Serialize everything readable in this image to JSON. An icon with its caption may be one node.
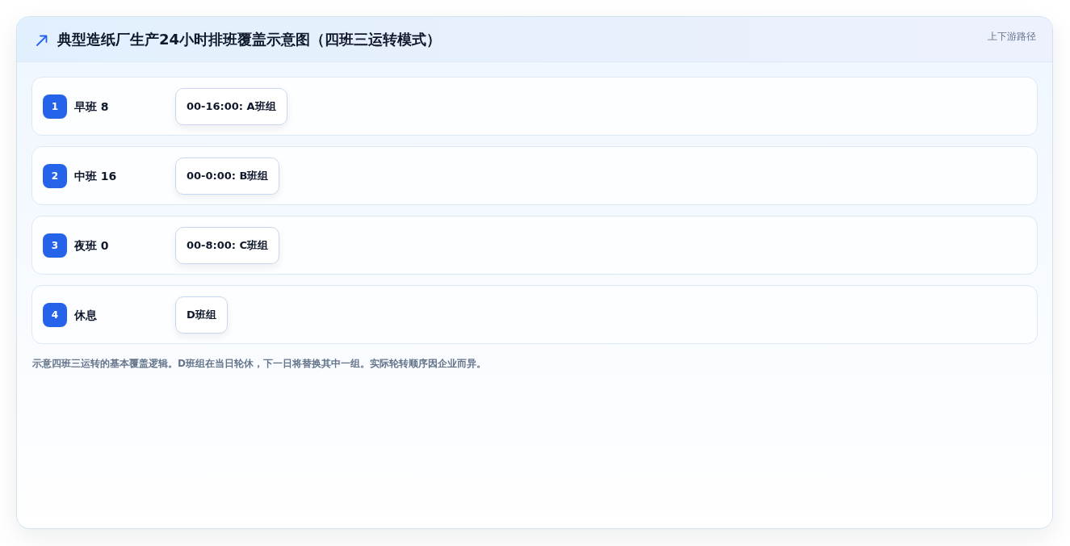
{
  "diagram": {
    "title": "典型造纸厂生产24小时排班覆盖示意图（四班三运转模式）",
    "caption": "示意四班三运转的基本覆盖逻辑。D班组在当日轮休，下一日将替换其中一组。实际轮转顺序因企业而异。",
    "nodes": [
      {
        "text": [
          "早班 8"
        ]
      },
      {
        "text": [
          "1"
        ],
        "in": 0
      },
      {
        "text": [
          "00-16:00: A班组"
        ],
        "in": 0
      },
      {
        "text": [
          "中班 16"
        ]
      },
      {
        "text": [
          "2"
        ],
        "in": 3
      },
      {
        "text": [
          "00-0:00: B班组"
        ],
        "in": 3
      },
      {
        "text": [
          "夜班 0"
        ]
      },
      {
        "text": [
          "3"
        ],
        "in": 6
      },
      {
        "text": [
          "00-8:00: C班组"
        ],
        "in": 6
      },
      {
        "text": [
          "休息"
        ]
      },
      {
        "text": [
          "4"
        ],
        "in": 9
      },
      {
        "text": [
          "D班组"
        ],
        "in": 9
      }
    ],
    "edges": [],
    "labels": [
      "上下游路径"
    ]
  }
}
